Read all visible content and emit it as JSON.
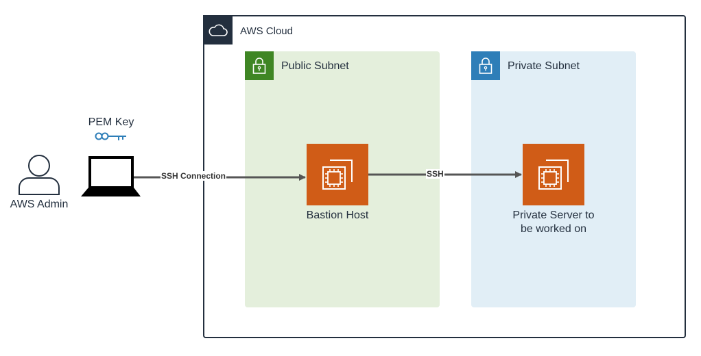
{
  "cloud": {
    "title": "AWS Cloud",
    "icon": "cloud-icon",
    "color": "#232f3e"
  },
  "public_subnet": {
    "title": "Public Subnet",
    "icon": "lock-icon",
    "color": "#3f8624",
    "fill": "#e4efdc"
  },
  "private_subnet": {
    "title": "Private Subnet",
    "icon": "lock-icon",
    "color": "#2e7eb8",
    "fill": "#e1eef6"
  },
  "bastion": {
    "label": "Bastion Host",
    "icon": "ec2-instance-icon",
    "color": "#d05c17"
  },
  "private_server": {
    "label_line1": "Private Server to",
    "label_line2": "be worked on",
    "icon": "ec2-instance-icon",
    "color": "#d05c17"
  },
  "admin": {
    "label": "AWS Admin",
    "icon": "user-icon"
  },
  "laptop": {
    "icon": "laptop-icon"
  },
  "pem": {
    "label": "PEM Key",
    "icon": "key-icon",
    "color": "#2e7eb8"
  },
  "connections": {
    "ssh_connection": "SSH Connection",
    "ssh": "SSH",
    "color": "#555555"
  }
}
